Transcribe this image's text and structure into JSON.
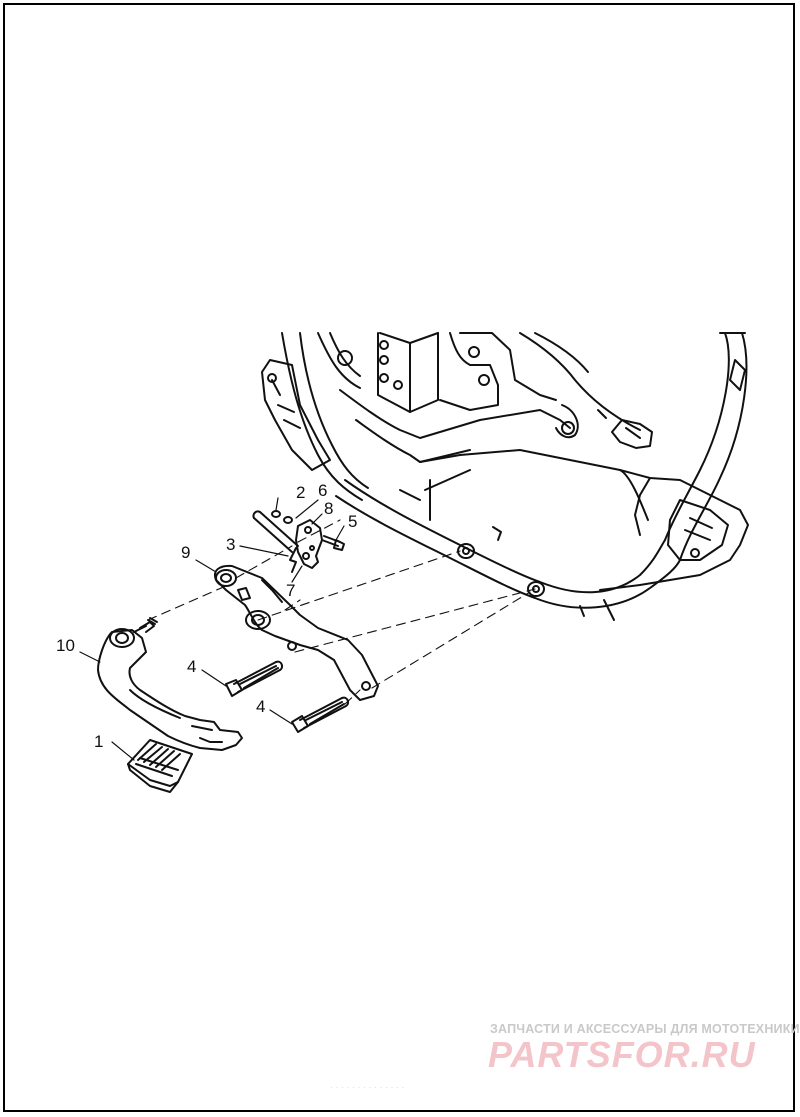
{
  "callouts": {
    "c1": "1",
    "c2": "2",
    "c3": "3",
    "c4a": "4",
    "c4b": "4",
    "c5": "5",
    "c6": "6",
    "c7": "7",
    "c8": "8",
    "c9": "9",
    "c10": "10"
  },
  "watermark": {
    "caption": "ЗАПЧАСТИ И АКСЕССУАРЫ ДЛЯ МОТОТЕХНИКИ",
    "logo": "PARTSFOR.RU"
  },
  "footer": {
    "text": "· · · · · · · ·  · · · · · ·"
  },
  "colors": {
    "line": "#111111",
    "watermark_logo": "#f3c4c9",
    "watermark_caption": "#c9c9c9"
  }
}
